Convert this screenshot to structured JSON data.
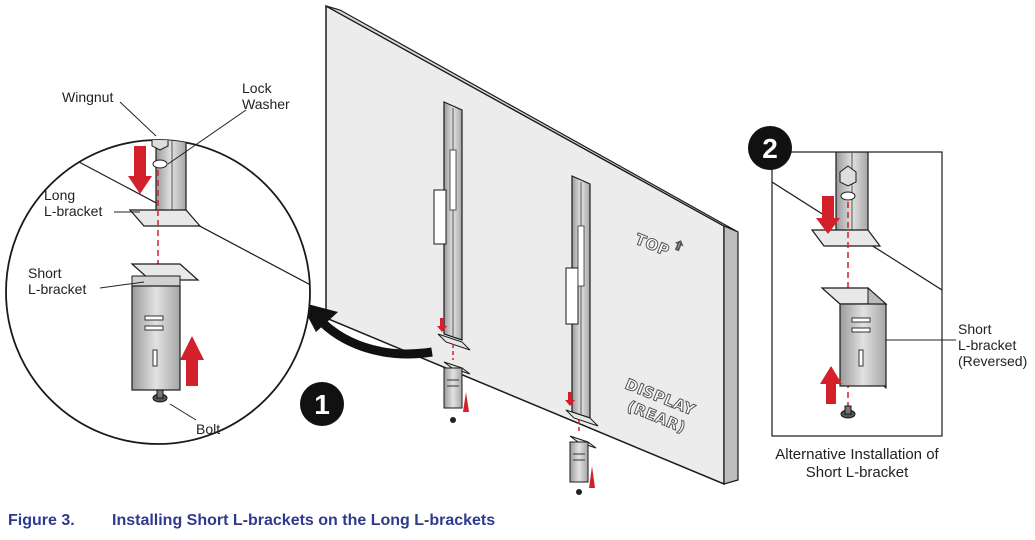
{
  "labels": {
    "wingnut": "Wingnut",
    "lock_washer_1": "Lock",
    "lock_washer_2": "Washer",
    "long_bracket_1": "Long",
    "long_bracket_2": "L-bracket",
    "short_bracket_1": "Short",
    "short_bracket_2": "L-bracket",
    "bolt": "Bolt",
    "short_rev_1": "Short",
    "short_rev_2": "L-bracket",
    "short_rev_3": "(Reversed)",
    "top": "TOP",
    "display_1": "DISPLAY",
    "display_2": "(REAR)",
    "alt_caption_1": "Alternative Installation of",
    "alt_caption_2": "Short L-bracket"
  },
  "steps": {
    "step1": "1",
    "step2": "2"
  },
  "figure": {
    "number": "Figure 3.",
    "title": "Installing Short L-brackets on the Long L-brackets"
  },
  "colors": {
    "accent_red": "#d4202a",
    "caption_blue": "#2e3a8c",
    "outline": "#1a1a1a"
  }
}
